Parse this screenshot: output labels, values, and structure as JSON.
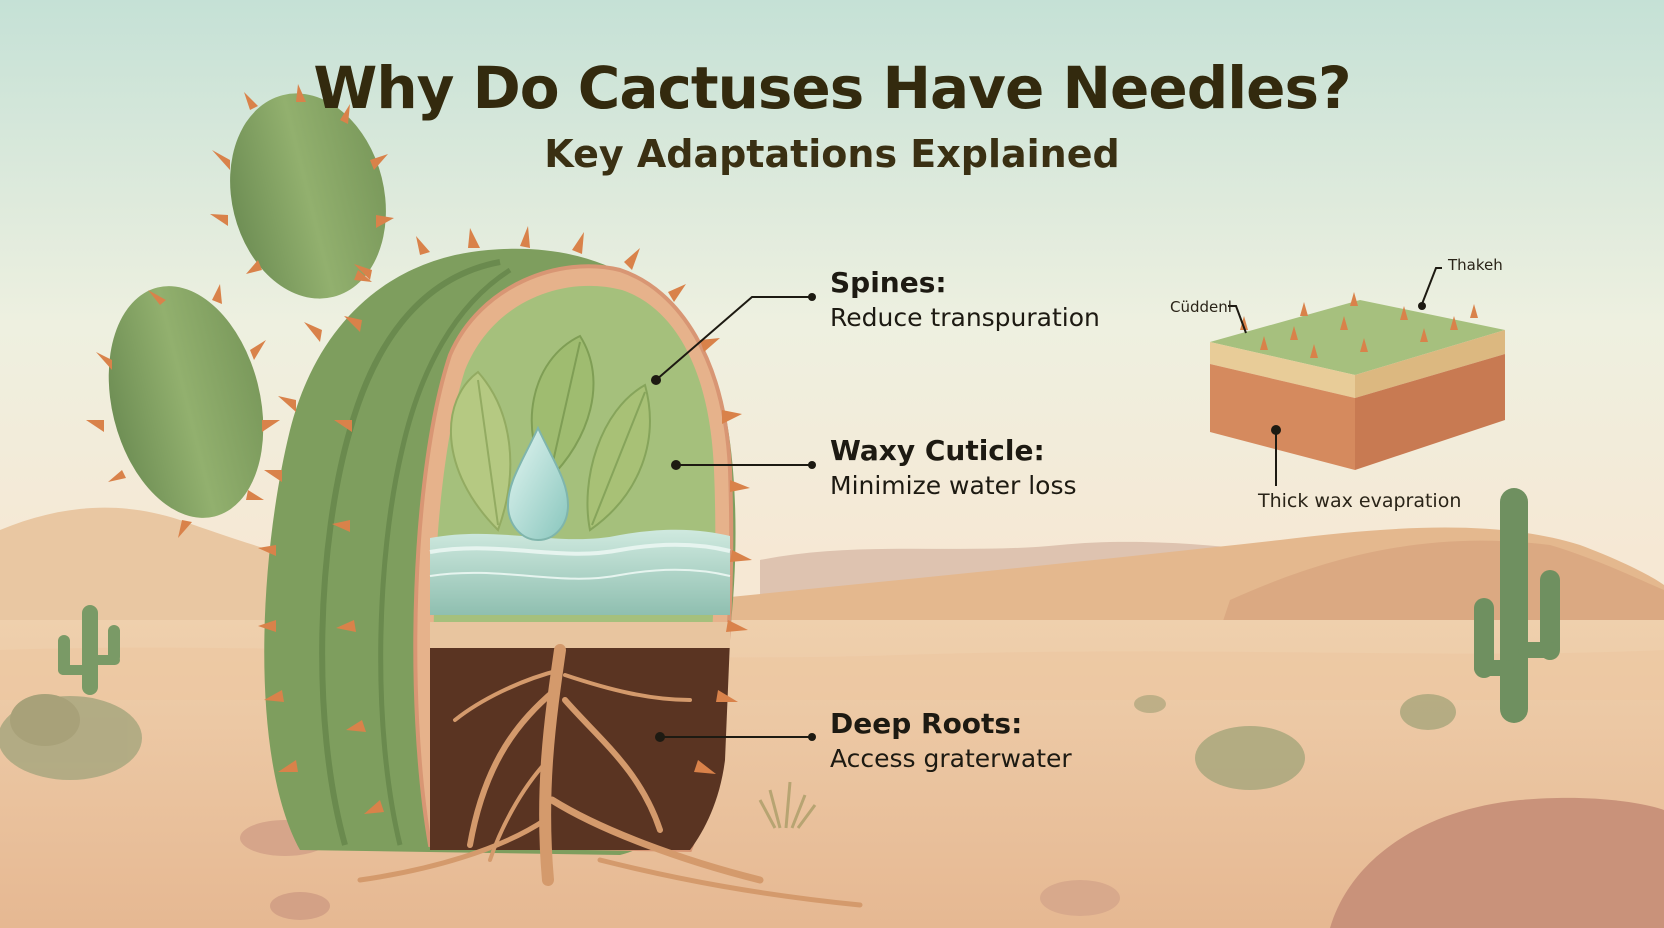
{
  "title": "Why Do Cactuses Have Needles?",
  "subtitle": "Key Adaptations Explained",
  "callouts": [
    {
      "title": "Spines:",
      "description": "Reduce transpuration"
    },
    {
      "title": "Waxy Cuticle:",
      "description": "Minimize water loss"
    },
    {
      "title": "Deep Roots:",
      "description": "Access graterwater"
    }
  ],
  "inset": {
    "label_left": "Cüddenl",
    "label_right": "Thakeh",
    "caption": "Thick wax evapration"
  },
  "colors": {
    "sky_top": "#c9e2d8",
    "sand": "#e8c39e",
    "cactus_green": "#88a765",
    "spine_orange": "#d9824a",
    "soil": "#5a3422",
    "water": "#a8d8d0"
  }
}
